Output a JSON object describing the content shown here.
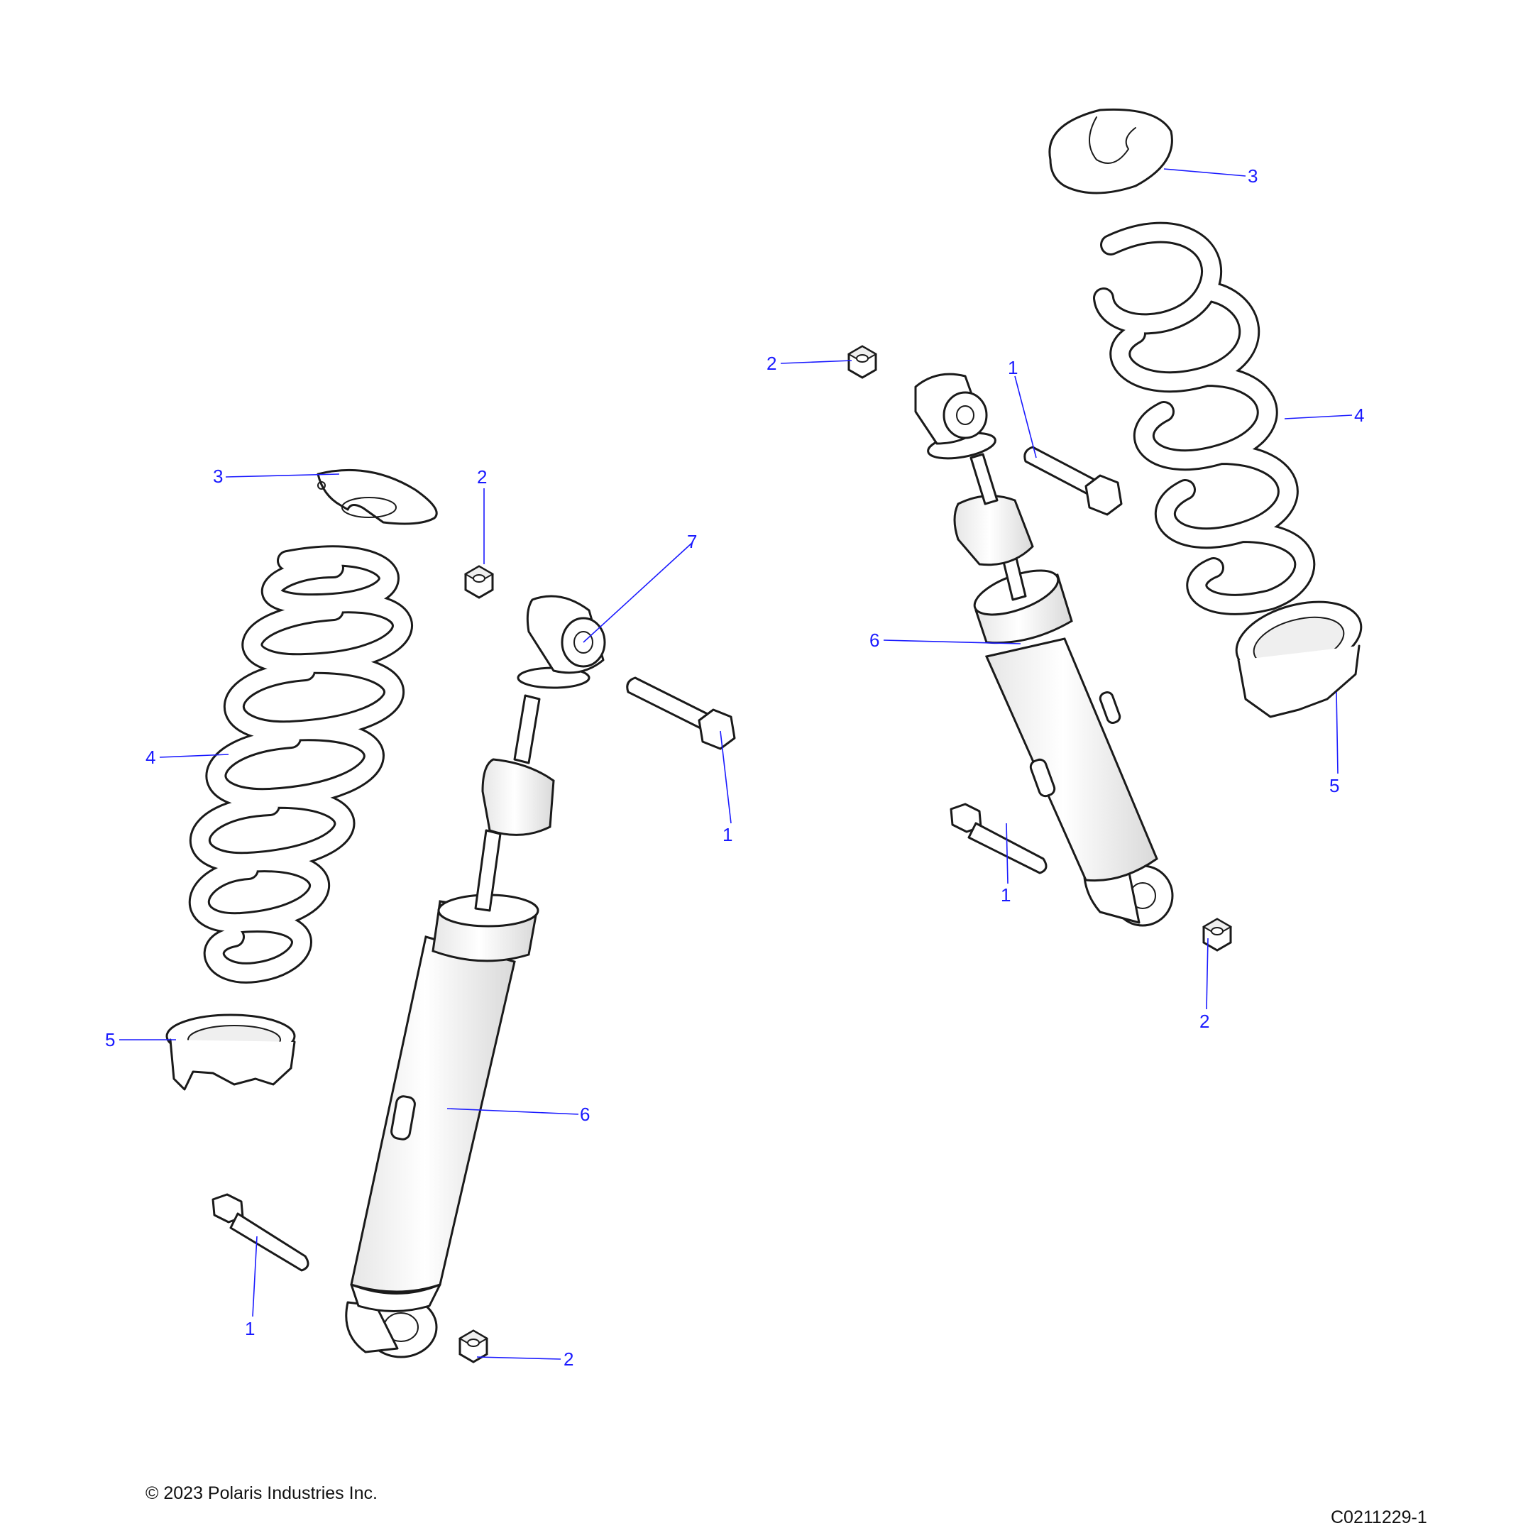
{
  "callouts": {
    "left_1a": "1",
    "left_1b": "1",
    "left_2a": "2",
    "left_2b": "2",
    "left_3": "3",
    "left_4": "4",
    "left_5": "5",
    "left_6": "6",
    "left_7": "7",
    "right_1a": "1",
    "right_1b": "1",
    "right_2a": "2",
    "right_2b": "2",
    "right_3": "3",
    "right_4": "4",
    "right_5": "5",
    "right_6": "6"
  },
  "footer": {
    "copyright": "© 2023 Polaris Industries Inc.",
    "diagram_id": "C0211229-1"
  }
}
